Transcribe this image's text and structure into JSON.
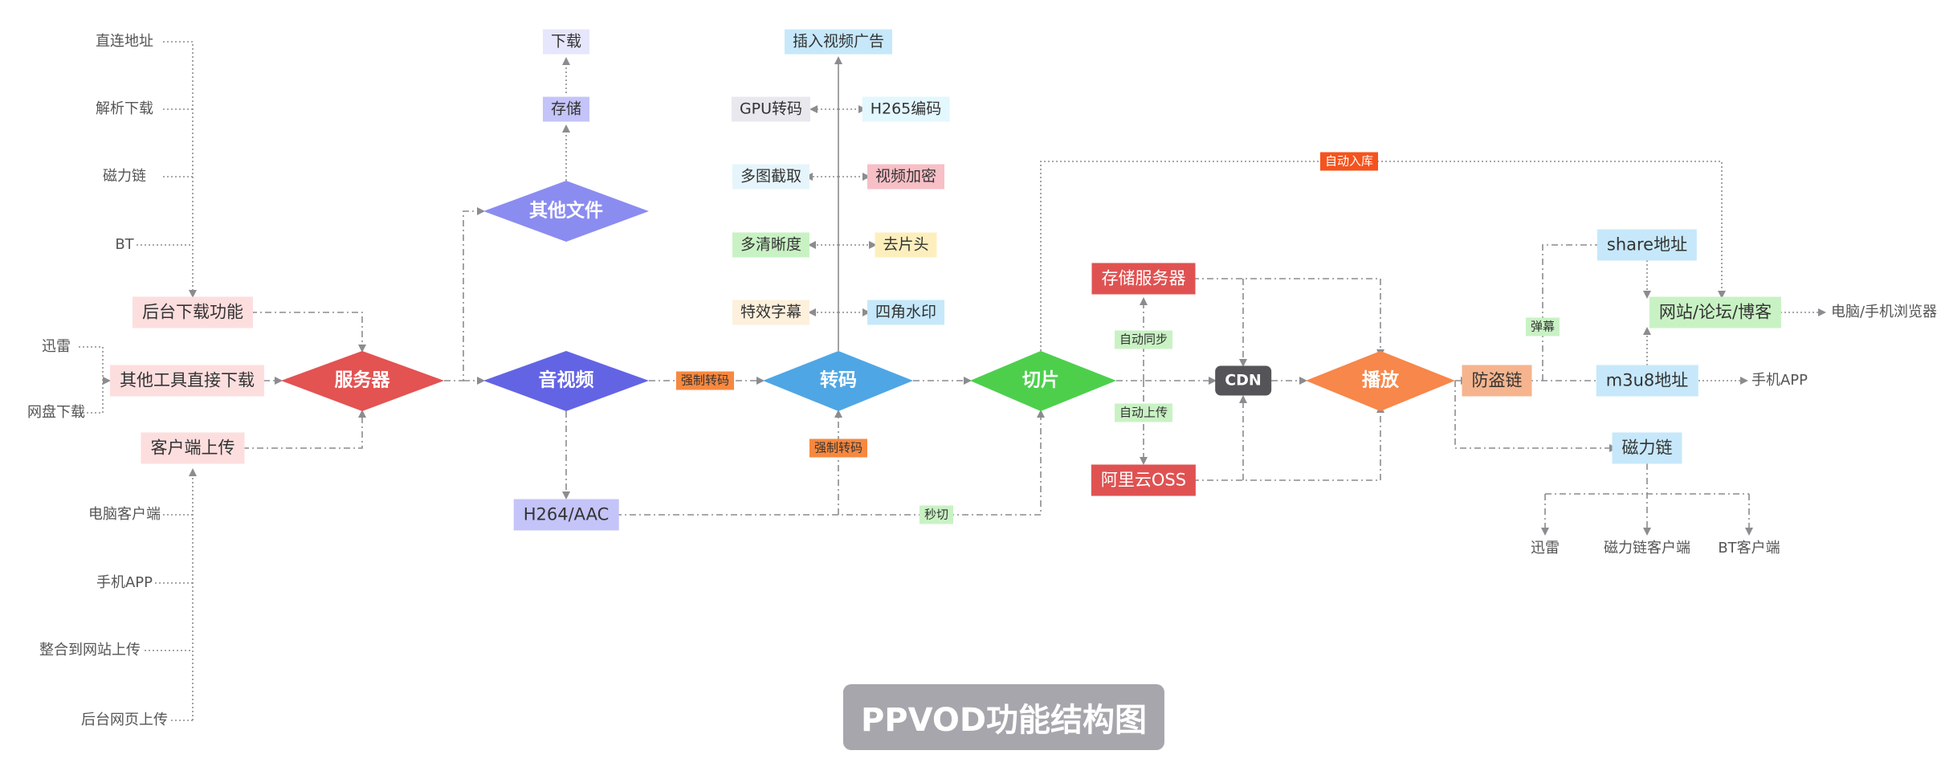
{
  "title": "PPVOD功能结构图",
  "colors": {
    "line": "#8c8c90",
    "server": "#e25352",
    "av": "#6364e4",
    "other": "#8b8cf0",
    "transcode": "#4fa6e4",
    "slice": "#4dcf4c",
    "play": "#f7874a",
    "cdn": "#555459",
    "storage_red": "#e05252",
    "pink": "#fddede",
    "lavender": "#c4c4f9",
    "light_blue": "#c6e8fa",
    "light_green": "#c9f2c4",
    "orange_tag": "#f7883f",
    "orange_red_tag": "#f5531d"
  },
  "nodes": {
    "direct_url": "直连地址",
    "parse_download": "解析下载",
    "magnet_src": "磁力链",
    "bt_src": "BT",
    "bg_download": "后台下载功能",
    "xunlei_src": "迅雷",
    "netdisk_src": "网盘下载",
    "other_tools": "其他工具直接下载",
    "client_upload": "客户端上传",
    "pc_client": "电脑客户端",
    "mobile_app_src": "手机APP",
    "web_integrate": "整合到网站上传",
    "web_upload": "后台网页上传",
    "server": "服务器",
    "other_files": "其他文件",
    "storage_small": "存储",
    "download": "下载",
    "av": "音视频",
    "h264": "H264/AAC",
    "transcode": "转码",
    "insert_ad": "插入视频广告",
    "gpu": "GPU转码",
    "h265": "H265编码",
    "multi_shot": "多图截取",
    "encrypt": "视频加密",
    "multi_res": "多清晰度",
    "remove_head": "去片头",
    "subtitle": "特效字幕",
    "watermark": "四角水印",
    "slice": "切片",
    "storage_server": "存储服务器",
    "oss": "阿里云OSS",
    "cdn": "CDN",
    "play": "播放",
    "anti_leech": "防盗链",
    "share_url": "share地址",
    "m3u8_url": "m3u8地址",
    "magnet_out": "磁力链",
    "website": "网站/论坛/博客",
    "pc_browser": "电脑/手机浏览器",
    "mobile_app_out": "手机APP",
    "xunlei_out": "迅雷",
    "magnet_client": "磁力链客户端",
    "bt_client": "BT客户端"
  },
  "tags": {
    "force_transcode_1": "强制转码",
    "force_transcode_2": "强制转码",
    "instant_slice": "秒切",
    "auto_import": "自动入库",
    "auto_sync": "自动同步",
    "auto_upload": "自动上传",
    "danmaku": "弹幕"
  }
}
